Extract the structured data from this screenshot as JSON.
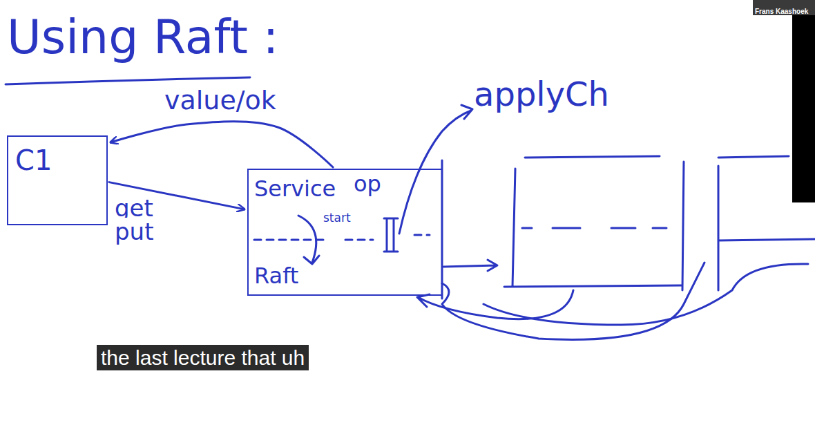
{
  "diagram": {
    "title": "Using Raft :",
    "nodes": [
      {
        "text": [
          "C1"
        ]
      },
      {
        "text": [
          "Service",
          "Raft"
        ]
      }
    ],
    "edges": [
      {
        "from": 0,
        "to": 1,
        "label": "get put",
        "arrow": "to"
      },
      {
        "from": 1,
        "to": 0,
        "label": "value/ok",
        "arrow": "to"
      }
    ],
    "labels": [
      "op",
      "start",
      "applyCh",
      "the last lecture that uh",
      "Frans Kaashoek"
    ]
  }
}
